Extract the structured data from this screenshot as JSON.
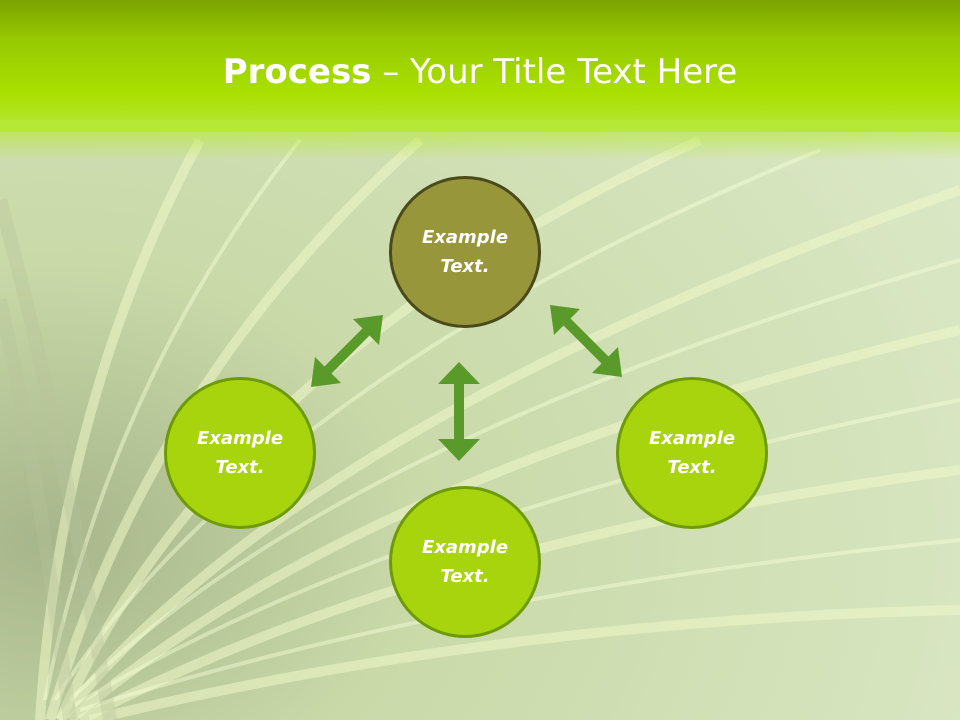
{
  "title": {
    "bold": "Process",
    "rest": " – Your Title Text Here"
  },
  "nodes": {
    "top": {
      "line1": "Example",
      "line2": "Text."
    },
    "left": {
      "line1": "Example",
      "line2": "Text."
    },
    "right": {
      "line1": "Example",
      "line2": "Text."
    },
    "bottom": {
      "line1": "Example",
      "line2": "Text."
    }
  },
  "colors": {
    "header": "#a9e000",
    "node_top": "#98963a",
    "node": "#a8d40e",
    "arrow": "#5a9a2a"
  }
}
